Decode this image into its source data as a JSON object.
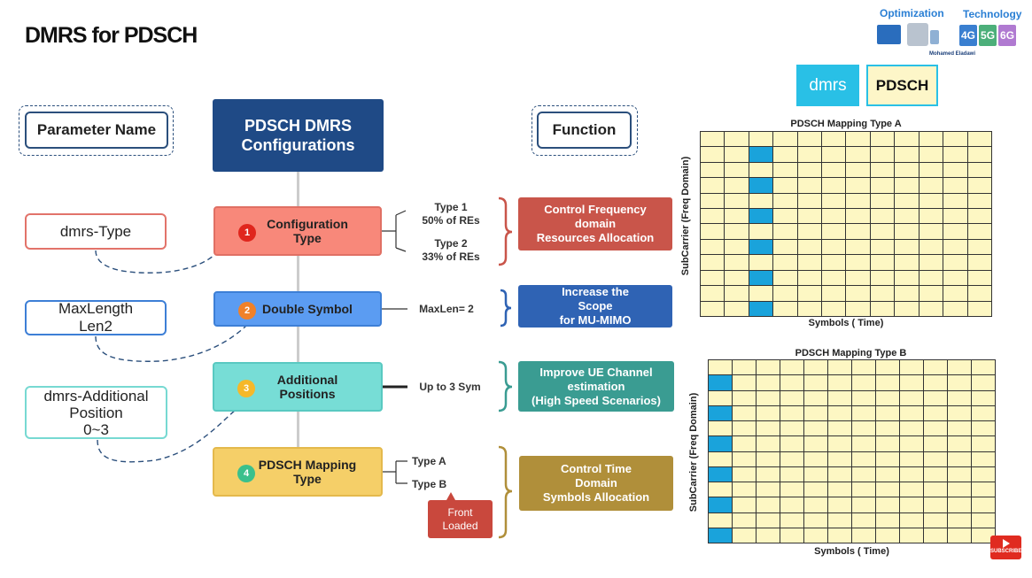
{
  "title": "DMRS for PDSCH",
  "brand": {
    "optimization_label": "Optimization",
    "technology_label": "Technology",
    "author": "Mohamed Eladawi",
    "generations": [
      "4G",
      "5G",
      "6G"
    ]
  },
  "tags": {
    "dmrs": "dmrs",
    "pdsch": "PDSCH"
  },
  "headers": {
    "parameter": "Parameter Name",
    "center_line1": "PDSCH DMRS",
    "center_line2": "Configurations",
    "function": "Function"
  },
  "parameters": [
    {
      "lines": [
        "dmrs-Type"
      ],
      "color": "#e2736a"
    },
    {
      "lines": [
        "MaxLength",
        "Len2"
      ],
      "color": "#3d7fd6"
    },
    {
      "lines": [
        "dmrs-Additional",
        "Position",
        "0~3"
      ],
      "color": "#77d9d2"
    }
  ],
  "configs": [
    {
      "num": "1",
      "lines": [
        "Configuration",
        "Type"
      ],
      "bg": "#f8887a",
      "border": "#e07064",
      "dot": "#e0261d"
    },
    {
      "num": "2",
      "lines": [
        "Double Symbol"
      ],
      "bg": "#5b9cf2",
      "border": "#3d7fd6",
      "dot": "#f0812a"
    },
    {
      "num": "3",
      "lines": [
        "Additional",
        "Positions"
      ],
      "bg": "#77ddd6",
      "border": "#59c9c1",
      "dot": "#f5b82a"
    },
    {
      "num": "4",
      "lines": [
        "PDSCH Mapping",
        "Type"
      ],
      "bg": "#f5cf68",
      "border": "#e4b94c",
      "dot": "#3bc08c"
    }
  ],
  "branches": {
    "type1": [
      "Type 1",
      "50% of REs"
    ],
    "type2": [
      "Type 2",
      "33% of REs"
    ],
    "maxlen": "MaxLen= 2",
    "upto": "Up to 3 Sym",
    "typeA": "Type A",
    "typeB": "Type B",
    "front": [
      "Front",
      "Loaded"
    ]
  },
  "functions": [
    {
      "lines": [
        "Control Frequency",
        "domain",
        "Resources Allocation"
      ],
      "bg": "#c9554a",
      "bracket": "#c9554a"
    },
    {
      "lines": [
        "Increase the",
        "Scope",
        "for MU-MIMO"
      ],
      "bg": "#2f63b4",
      "bracket": "#2f63b4"
    },
    {
      "lines": [
        "Improve UE Channel",
        "estimation",
        "(High Speed Scenarios)"
      ],
      "bg": "#3a9c92",
      "bracket": "#3a9c92"
    },
    {
      "lines": [
        "Control Time",
        "Domain",
        "Symbols Allocation"
      ],
      "bg": "#b08f3a",
      "bracket": "#b08f3a"
    }
  ],
  "chart_data": [
    {
      "type": "heatmap",
      "title": "PDSCH Mapping Type A",
      "xlabel": "Symbols ( Time)",
      "ylabel": "SubCarrier (Freq Domain)",
      "rows": 12,
      "cols": 12,
      "dmrs_column": 3,
      "dmrs_rows": [
        2,
        4,
        6,
        8,
        10,
        12
      ]
    },
    {
      "type": "heatmap",
      "title": "PDSCH Mapping Type B",
      "xlabel": "Symbols ( Time)",
      "ylabel": "SubCarrier (Freq Domain)",
      "rows": 12,
      "cols": 12,
      "dmrs_column": 1,
      "dmrs_rows": [
        2,
        4,
        6,
        8,
        10,
        12
      ]
    }
  ],
  "subscribe": "SUBSCRIBE"
}
